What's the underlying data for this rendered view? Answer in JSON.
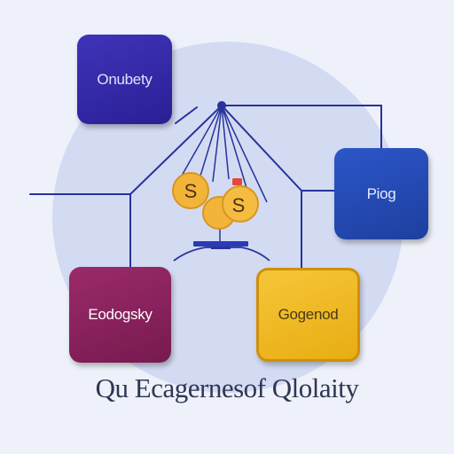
{
  "nodes": {
    "top_left": {
      "label": "Onubety"
    },
    "right": {
      "label": "Piog"
    },
    "bottom_left": {
      "label": "Eodogsky"
    },
    "bottom_right": {
      "label": "Gogenod"
    }
  },
  "center_scale": {
    "coin_left_symbol": "S",
    "coin_right_symbol": "S"
  },
  "caption": "Qu Ecagernesof Qlolaity",
  "colors": {
    "background": "#eef1f9",
    "circle": "#d3dbf3",
    "line": "#27339a",
    "top_left_box": "#3a2fae",
    "right_box": "#2449b3",
    "bottom_left_box": "#8b2160",
    "bottom_right_box": "#f1bb2a",
    "coin": "#f3b43a",
    "coin_tag": "#e4473d"
  }
}
